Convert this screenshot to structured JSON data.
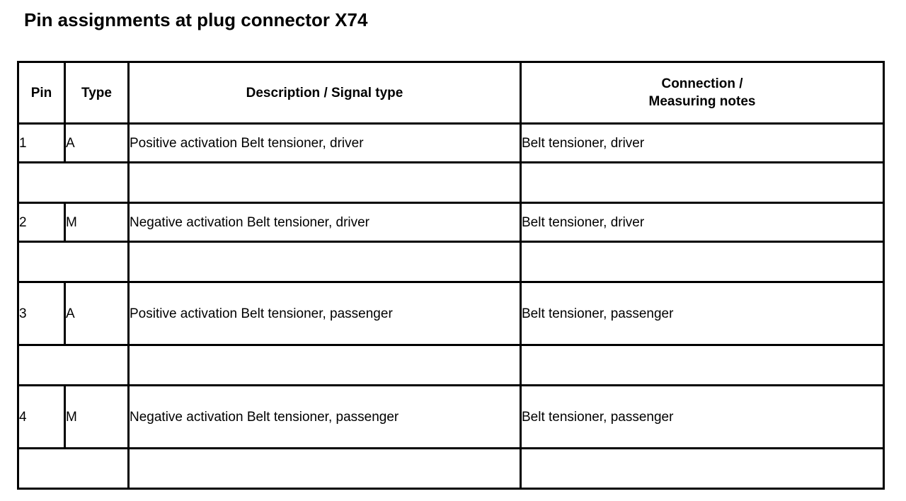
{
  "page": {
    "title": "Pin assignments at plug connector X74",
    "background_color": "#ffffff",
    "text_color": "#000000",
    "border_color": "#000000"
  },
  "table": {
    "headers": {
      "pin": "Pin",
      "type": "Type",
      "description": "Description / Signal type",
      "connection_line1": "Connection /",
      "connection_line2": "Measuring notes"
    },
    "rows": [
      {
        "kind": "data",
        "lines": 1,
        "pin": "1",
        "type": "A",
        "description": "Positive activation Belt tensioner, driver",
        "connection": "Belt tensioner, driver"
      },
      {
        "kind": "spacer",
        "lines": 1,
        "pin": "",
        "type": "",
        "description": "",
        "connection": ""
      },
      {
        "kind": "data",
        "lines": 1,
        "pin": "2",
        "type": "M",
        "description": "Negative activation Belt tensioner, driver",
        "connection": "Belt tensioner, driver"
      },
      {
        "kind": "spacer",
        "lines": 1,
        "pin": "",
        "type": "",
        "description": "",
        "connection": ""
      },
      {
        "kind": "data",
        "lines": 2,
        "pin": "3",
        "type": "A",
        "description": "Positive activation Belt tensioner, passenger",
        "connection": "Belt tensioner, passenger"
      },
      {
        "kind": "spacer",
        "lines": 1,
        "pin": "",
        "type": "",
        "description": "",
        "connection": ""
      },
      {
        "kind": "data",
        "lines": 2,
        "pin": "4",
        "type": "M",
        "description": "Negative activation Belt tensioner, passenger",
        "connection": "Belt tensioner, passenger"
      },
      {
        "kind": "spacer",
        "lines": 1,
        "pin": "",
        "type": "",
        "description": "",
        "connection": ""
      }
    ]
  }
}
